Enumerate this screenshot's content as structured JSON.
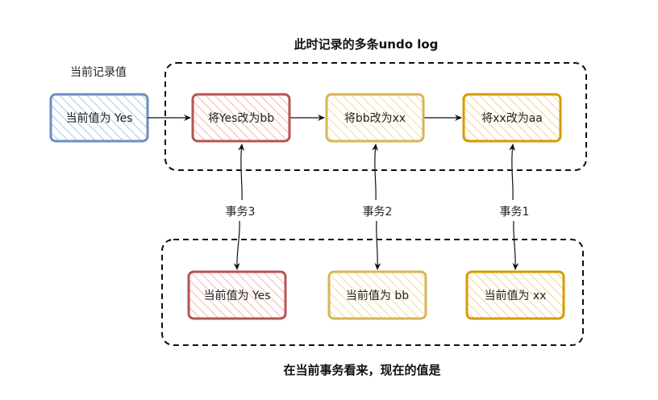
{
  "top_title": "此时记录的多条undo log",
  "bottom_title": "在当前事务看来，现在的值是",
  "current_label": "当前记录值",
  "current_box": {
    "text": "当前值为 Yes",
    "color": "#6c8ebf"
  },
  "log_boxes": [
    {
      "text": "将Yes改为bb",
      "color": "#b85450",
      "fill": "#f8cecc"
    },
    {
      "text": "将bb改为xx",
      "color": "#d6b656",
      "fill": "#fff2cc"
    },
    {
      "text": "将xx改为aa",
      "color": "#d79b00",
      "fill": "#ffe6cc"
    }
  ],
  "transactions": [
    {
      "label": "事务3",
      "value": "当前值为 Yes",
      "color": "#b85450"
    },
    {
      "label": "事务2",
      "value": "当前值为 bb",
      "color": "#d6b656"
    },
    {
      "label": "事务1",
      "value": "当前值为 xx",
      "color": "#d79b00"
    }
  ]
}
